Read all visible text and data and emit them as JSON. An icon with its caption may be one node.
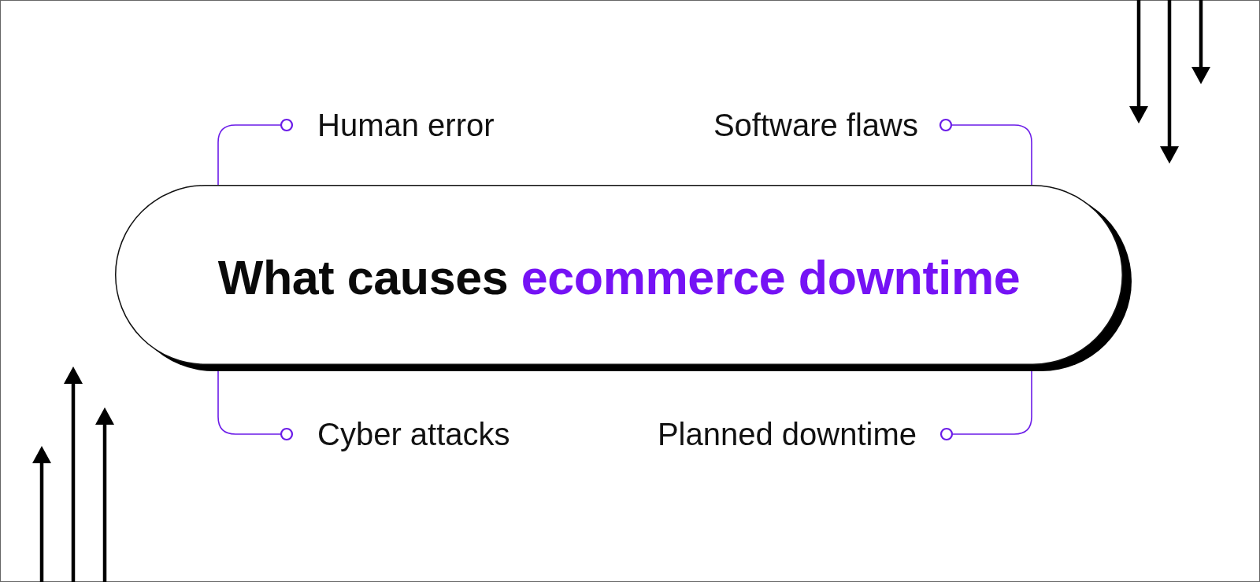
{
  "diagram": {
    "nodes": [
      {
        "text": [
          "Human error"
        ]
      },
      {
        "text": [
          "Software flaws"
        ]
      },
      {
        "text": [
          "What causes **ecommerce downtime**"
        ]
      },
      {
        "text": [
          "Cyber attacks"
        ]
      },
      {
        "text": [
          "Planned downtime"
        ]
      }
    ],
    "edges": [
      {
        "from": 2,
        "to": 0,
        "arrow": "other"
      },
      {
        "from": 2,
        "to": 1,
        "arrow": "other"
      },
      {
        "from": 2,
        "to": 3,
        "arrow": "other"
      },
      {
        "from": 2,
        "to": 4,
        "arrow": "other"
      }
    ]
  }
}
